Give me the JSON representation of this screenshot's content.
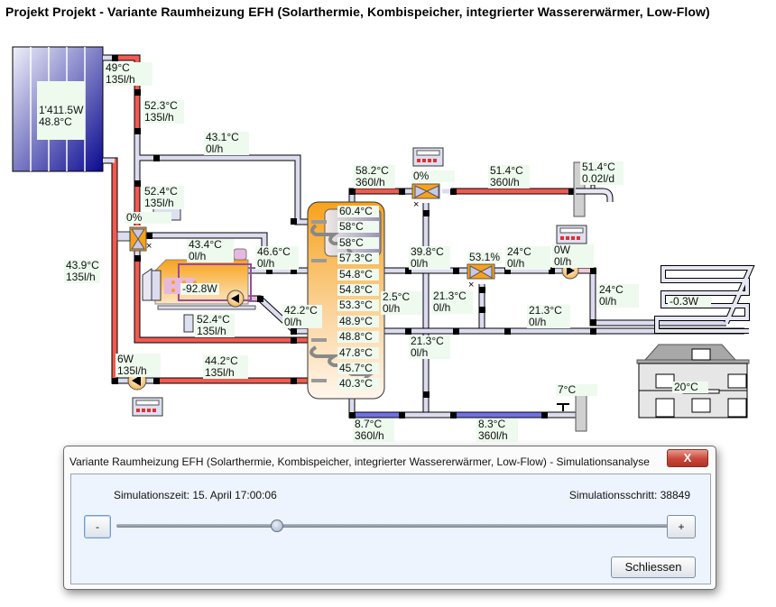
{
  "title": "Projekt Projekt - Variante Raumheizung EFH (Solarthermie, Kombispeicher, integrierter Wassererwärmer, Low-Flow)",
  "colors": {
    "hot_pipe": "#f05a50",
    "cold_pipe": "#7070e8",
    "neutral_pipe": "#dcdcf0",
    "tank_orange": "#f7a21b",
    "label_bg": "#eefaee",
    "collector_dark": "#0a0a90"
  },
  "collector": {
    "power": "1'411.5W",
    "temp": "48.8°C"
  },
  "labels": {
    "collector_out": [
      "49°C",
      "135l/h"
    ],
    "solar_feed_upper": [
      "52.3°C",
      "135l/h"
    ],
    "bypass_top": [
      "43.1°C",
      "0l/h"
    ],
    "solar_feed_mid": [
      "52.4°C",
      "135l/h"
    ],
    "solar_valve_pct": "0%",
    "solar_return": [
      "43.9°C",
      "135l/h"
    ],
    "boiler_out": [
      "43.4°C",
      "0l/h"
    ],
    "boiler_to_tank": [
      "46.6°C",
      "0l/h"
    ],
    "boiler_power": "-92.8W",
    "boiler_return": [
      "42.2°C",
      "0l/h"
    ],
    "solar_sensor": [
      "52.4°C",
      "135l/h"
    ],
    "solar_pump": [
      "6W",
      "135l/h"
    ],
    "solar_return_lower": [
      "44.2°C",
      "135l/h"
    ],
    "dhw_out": [
      "58.2°C",
      "360l/h"
    ],
    "dhw_valve_pct": "0%",
    "dhw_to_tap": [
      "51.4°C",
      "360l/h"
    ],
    "tap": [
      "51.4°C",
      "0.02l/d"
    ],
    "heating_feed": [
      "39.8°C",
      "0l/h"
    ],
    "mix_valve_pct": "53.1%",
    "mix_out": [
      "24°C",
      "0l/h"
    ],
    "heating_pump": [
      "0W",
      "0l/h"
    ],
    "floor_feed": [
      "24°C",
      "0l/h"
    ],
    "floor_power": "-0.3W",
    "tank_middle": [
      "2.5°C",
      "0l/h"
    ],
    "mix_bypass": [
      "21.3°C",
      "0l/h"
    ],
    "floor_return": [
      "21.3°C",
      "0l/h"
    ],
    "heating_return": [
      "21.3°C",
      "0l/h"
    ],
    "cold_in_tank": [
      "8.7°C",
      "360l/h"
    ],
    "cold_main": [
      "8.3°C",
      "360l/h"
    ],
    "cold_source": "7°C",
    "room_temp": "20°C"
  },
  "tank_temps": [
    "60.4°C",
    "58°C",
    "58°C",
    "57.3°C",
    "54.8°C",
    "54.8°C",
    "53.3°C",
    "48.9°C",
    "48.8°C",
    "47.8°C",
    "45.7°C",
    "40.3°C"
  ],
  "dialog": {
    "title": "Variante Raumheizung EFH (Solarthermie, Kombispeicher, integrierter Wassererwärmer, Low-Flow) - Simulationsanalyse",
    "close_label": "X",
    "sim_time": "Simulationszeit: 15. April  17:00:06",
    "sim_step": "Simulationsschritt: 38849",
    "minus_label": "-",
    "plus_label": "+",
    "slider_position": 0.29,
    "close_button": "Schliessen"
  }
}
